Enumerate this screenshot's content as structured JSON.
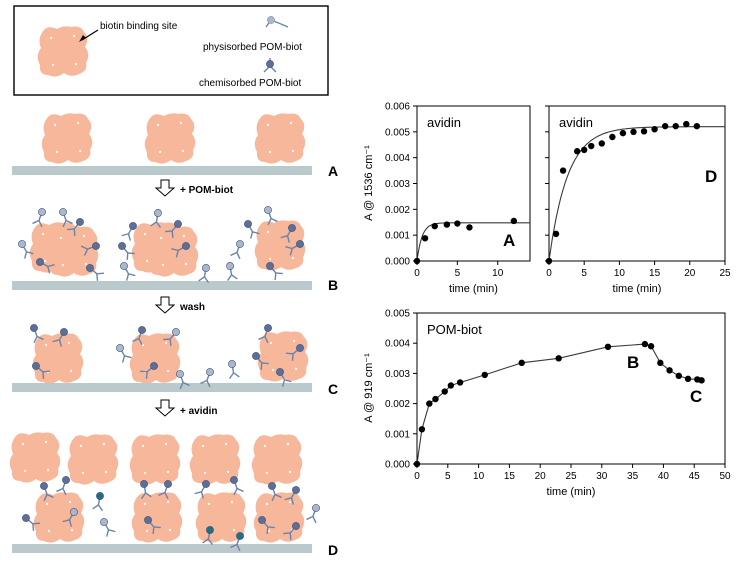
{
  "colors": {
    "protein_fill": "#f6b79a",
    "substrate": "#b9c9cc",
    "physisorbed": "#aab8cf",
    "chemisorbed": "#5b6f9a",
    "stem": "#6b83a8",
    "highlight": "#1f6f86",
    "data_point": "#000000",
    "fit_line": "#3a3a3a"
  },
  "legend": {
    "binding_site": "biotin binding site",
    "physisorbed": "physisorbed POM-biot",
    "chemisorbed": "chemisorbed POM-biot"
  },
  "steps": {
    "add_pom": "+ POM-biot",
    "wash": "wash",
    "add_avidin": "+ avidin"
  },
  "panel_letters": [
    "A",
    "B",
    "C",
    "D"
  ],
  "chart_data": [
    {
      "type": "scatter",
      "text": "avidin",
      "tag": "A",
      "xlabel": "time (min)",
      "ylabel": "A @ 1536 cm⁻¹",
      "xlim": [
        0,
        14
      ],
      "ylim": [
        0,
        0.006
      ],
      "xticks": [
        0,
        5,
        10
      ],
      "yticks": [
        "0.000",
        "0.001",
        "0.002",
        "0.003",
        "0.004",
        "0.005",
        "0.006"
      ],
      "x": [
        0,
        1,
        2.2,
        3.7,
        5,
        6.5,
        12
      ],
      "y": [
        0.0,
        0.00088,
        0.00135,
        0.00141,
        0.00145,
        0.0013,
        0.00155
      ],
      "fit": {
        "plateau": 0.00148,
        "rate": 1.6
      }
    },
    {
      "type": "scatter",
      "text": "avidin",
      "tag": "D",
      "xlabel": "time (min)",
      "ylabel": "",
      "xlim": [
        0,
        25
      ],
      "ylim": [
        0,
        0.006
      ],
      "xticks": [
        0,
        5,
        10,
        15,
        20,
        25
      ],
      "yticks": [],
      "x": [
        0,
        1,
        2,
        4,
        5,
        6,
        7.5,
        9,
        10.5,
        12,
        13.5,
        15,
        16.5,
        18,
        19.5,
        21
      ],
      "y": [
        0.0,
        0.00105,
        0.0035,
        0.00425,
        0.0043,
        0.00445,
        0.00455,
        0.0048,
        0.00495,
        0.005,
        0.00502,
        0.0051,
        0.00522,
        0.00522,
        0.0053,
        0.00522
      ],
      "fit": {
        "plateau": 0.0052,
        "rate": 0.38
      }
    },
    {
      "type": "scatter",
      "text": "POM-biot",
      "tags": [
        "B",
        "C"
      ],
      "xlabel": "time (min)",
      "ylabel": "A @ 919 cm⁻¹",
      "xlim": [
        0,
        50
      ],
      "ylim": [
        0,
        0.005
      ],
      "xticks": [
        0,
        5,
        10,
        15,
        20,
        25,
        30,
        35,
        40,
        45,
        50
      ],
      "yticks": [
        "0.000",
        "0.001",
        "0.002",
        "0.003",
        "0.004",
        "0.005"
      ],
      "x": [
        0,
        0.8,
        2,
        3,
        4.5,
        5.5,
        7,
        11,
        17,
        23,
        31,
        37,
        38,
        39.5,
        41,
        42.5,
        44,
        45.5,
        46.2
      ],
      "y": [
        0.0,
        0.00115,
        0.002,
        0.00215,
        0.0024,
        0.0026,
        0.0027,
        0.00295,
        0.00335,
        0.0035,
        0.00388,
        0.00397,
        0.0039,
        0.00335,
        0.0031,
        0.00292,
        0.00282,
        0.0028,
        0.00277
      ]
    }
  ]
}
